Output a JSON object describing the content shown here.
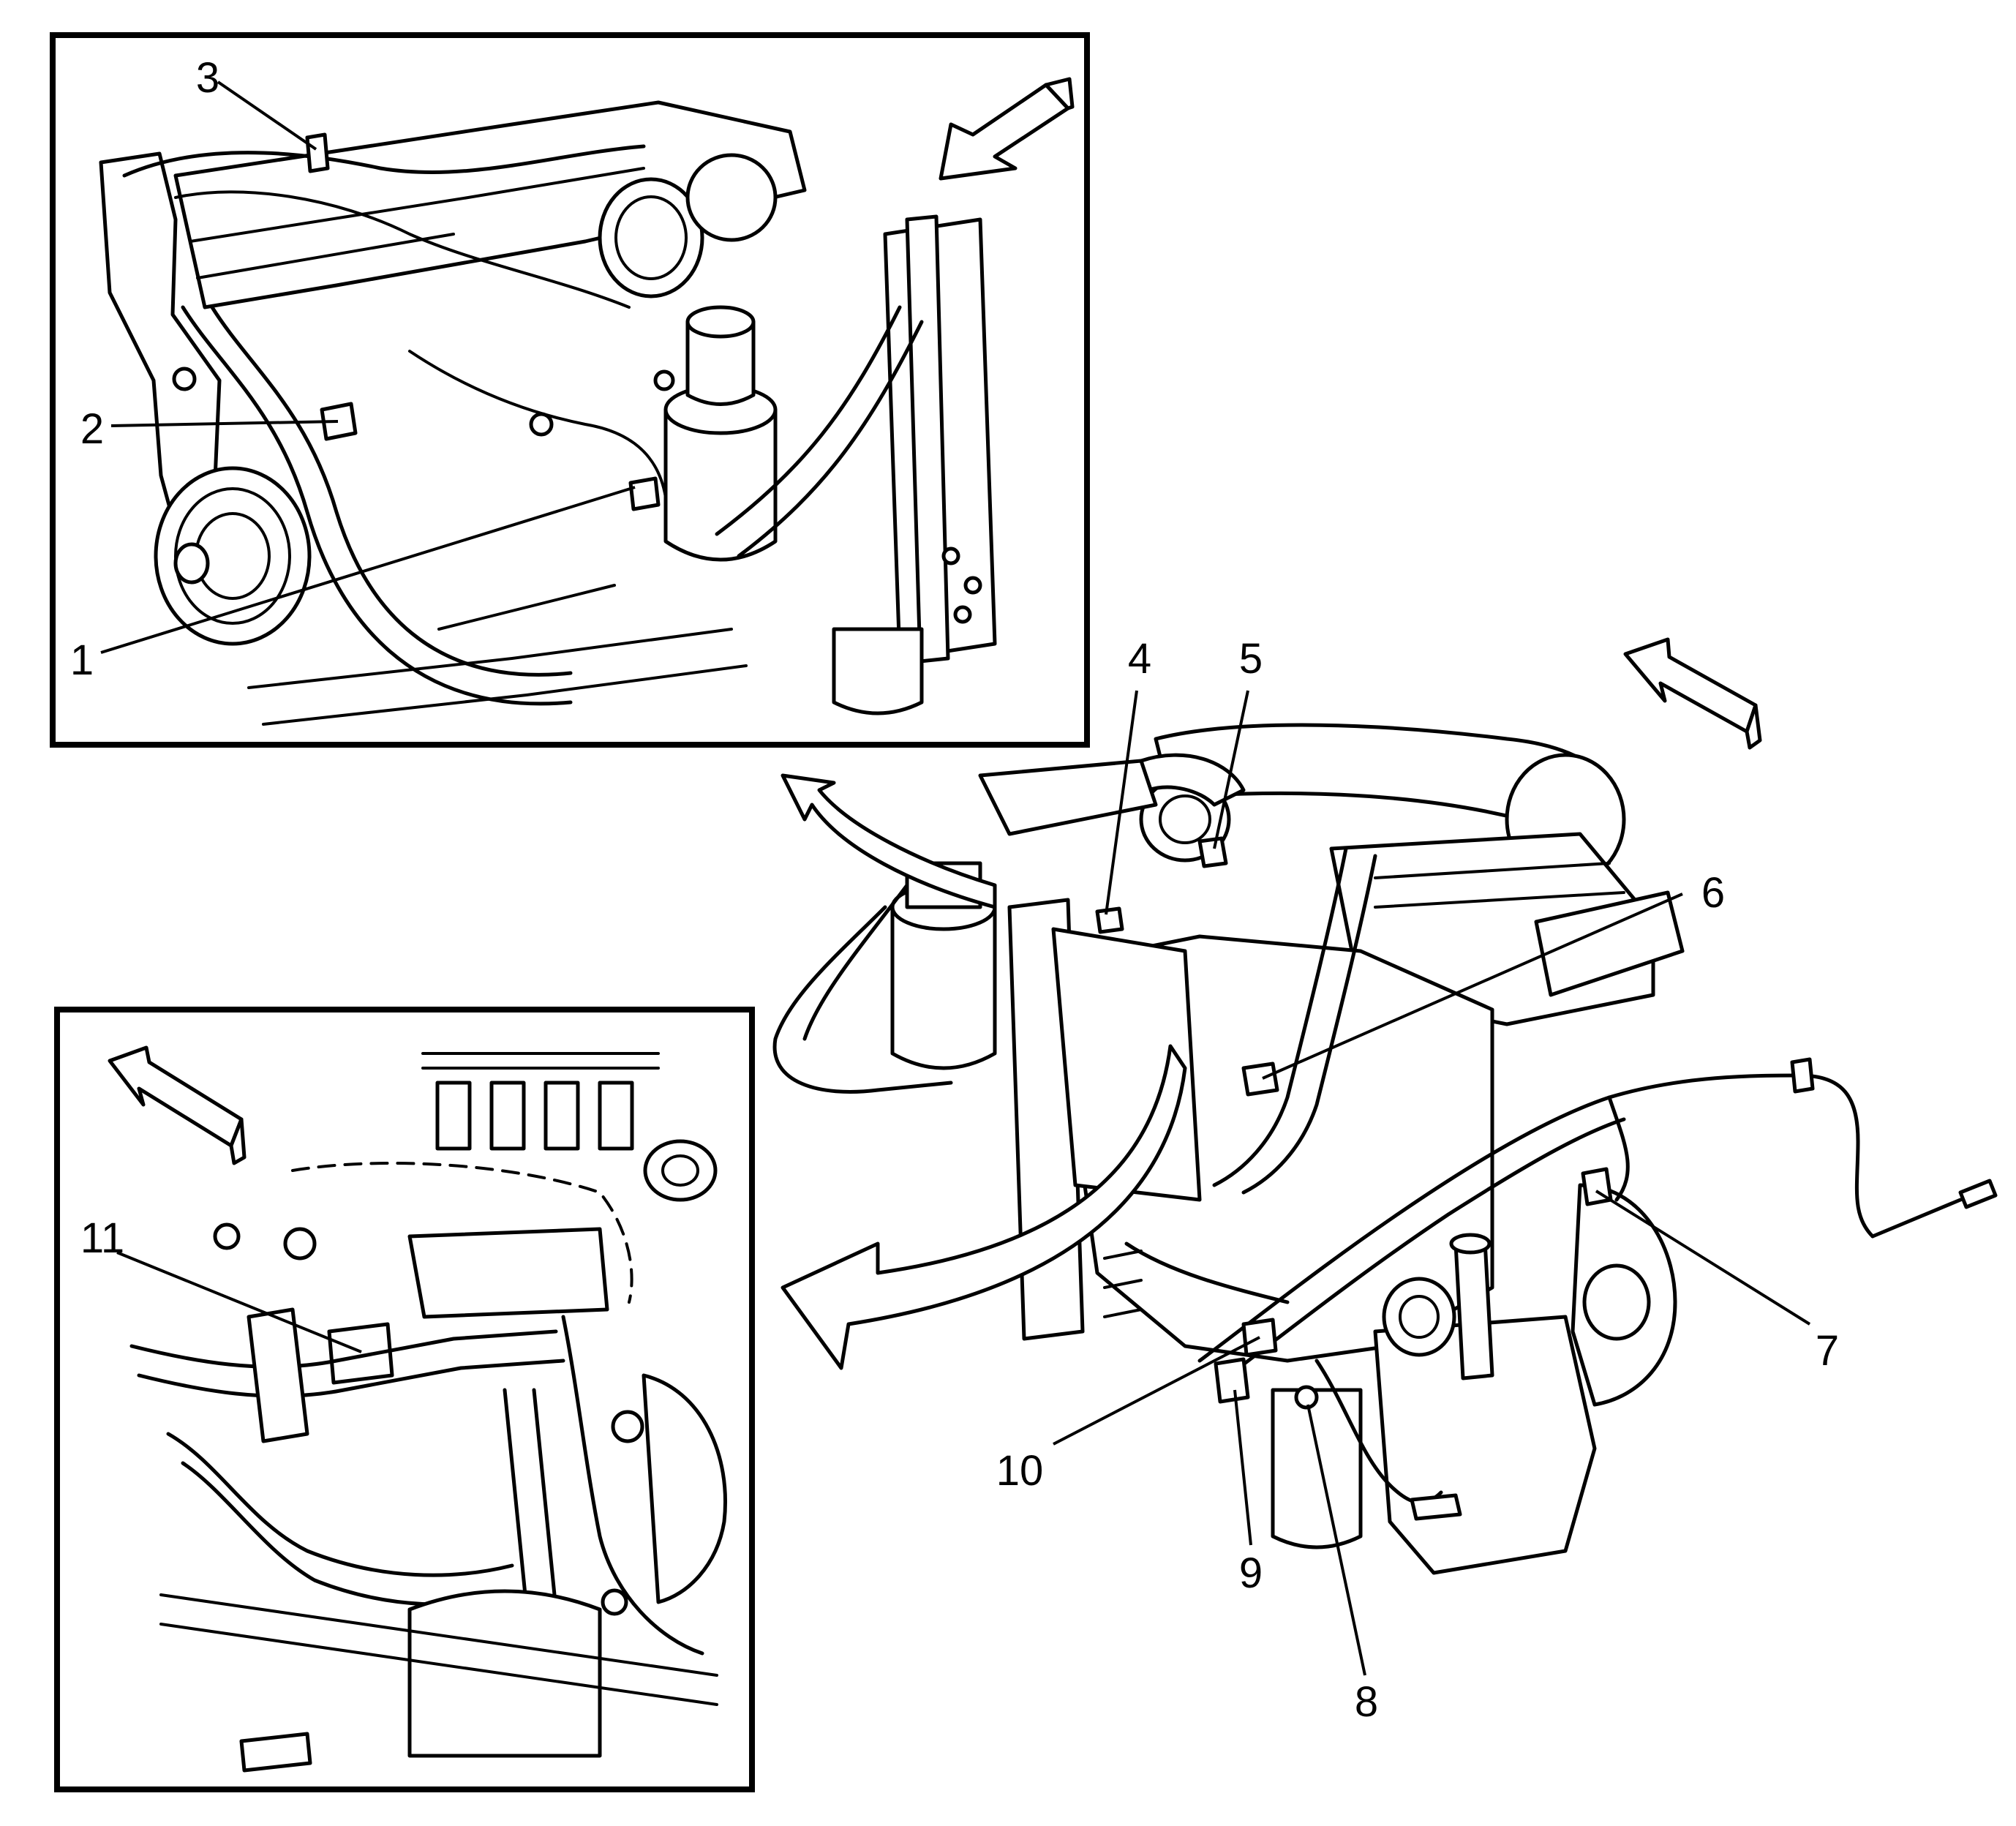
{
  "callouts": [
    {
      "id": "1",
      "text": "1"
    },
    {
      "id": "2",
      "text": "2"
    },
    {
      "id": "3",
      "text": "3"
    },
    {
      "id": "4",
      "text": "4"
    },
    {
      "id": "5",
      "text": "5"
    },
    {
      "id": "6",
      "text": "6"
    },
    {
      "id": "7",
      "text": "7"
    },
    {
      "id": "8",
      "text": "8"
    },
    {
      "id": "9",
      "text": "9"
    },
    {
      "id": "10",
      "text": "10"
    },
    {
      "id": "11",
      "text": "11"
    }
  ],
  "colors": {
    "line": "#000000",
    "background": "#ffffff"
  }
}
